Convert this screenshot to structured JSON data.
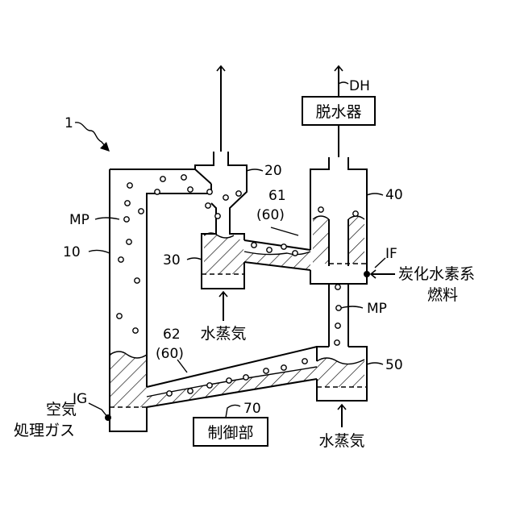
{
  "labels": {
    "system": "1",
    "vessel_10": "10",
    "vessel_20": "20",
    "vessel_30": "30",
    "vessel_40": "40",
    "vessel_50": "50",
    "pipe_61": "61",
    "pipe_61_group": "(60)",
    "pipe_62": "62",
    "pipe_62_group": "(60)",
    "control_ref": "70",
    "mp_left": "MP",
    "mp_right": "MP",
    "ig": "IG",
    "if": "IF",
    "dh": "DH"
  },
  "boxes": {
    "dehydrator": "脱水器",
    "controller": "制御部"
  },
  "texts": {
    "air_line1": "空気",
    "air_line2": "処理ガス",
    "fuel_line1": "炭化水素系",
    "fuel_line2": "燃料",
    "steam_30": "水蒸気",
    "steam_50": "水蒸気"
  }
}
